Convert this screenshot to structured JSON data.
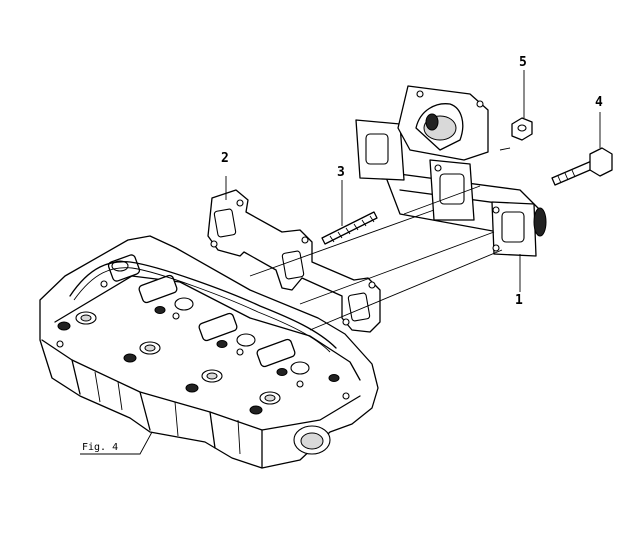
{
  "callouts": {
    "c1": "1",
    "c2": "2",
    "c3": "3",
    "c4": "4",
    "c5": "5"
  },
  "figure_ref": "Fig. 4"
}
